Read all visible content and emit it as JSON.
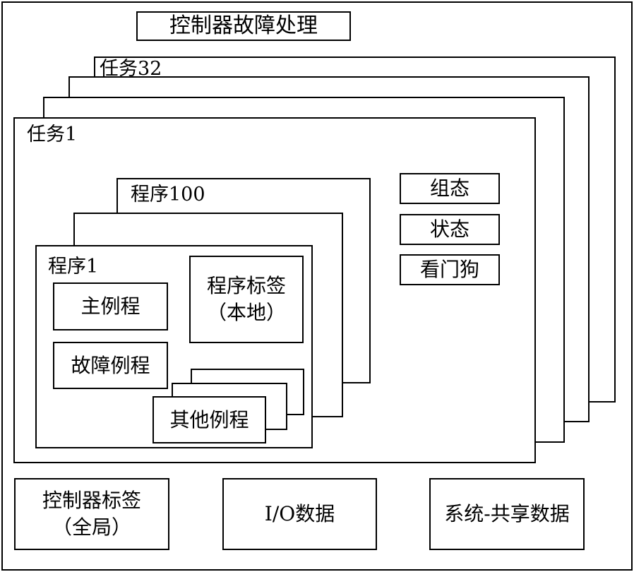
{
  "title": "控制器故障处理",
  "tasks": {
    "last_label": "任务32",
    "first_label": "任务1"
  },
  "programs": {
    "last_label": "程序100",
    "first_label": "程序1",
    "main_routine": "主例程",
    "fault_routine": "故障例程",
    "other_routine": "其他例程",
    "program_tags_line1": "程序标签",
    "program_tags_line2": "（本地）"
  },
  "task_properties": [
    "组态",
    "状态",
    "看门狗"
  ],
  "bottom": {
    "controller_tags_line1": "控制器标签",
    "controller_tags_line2": "（全局）",
    "io_data": "I/O数据",
    "system_shared": "系统-共享数据"
  }
}
